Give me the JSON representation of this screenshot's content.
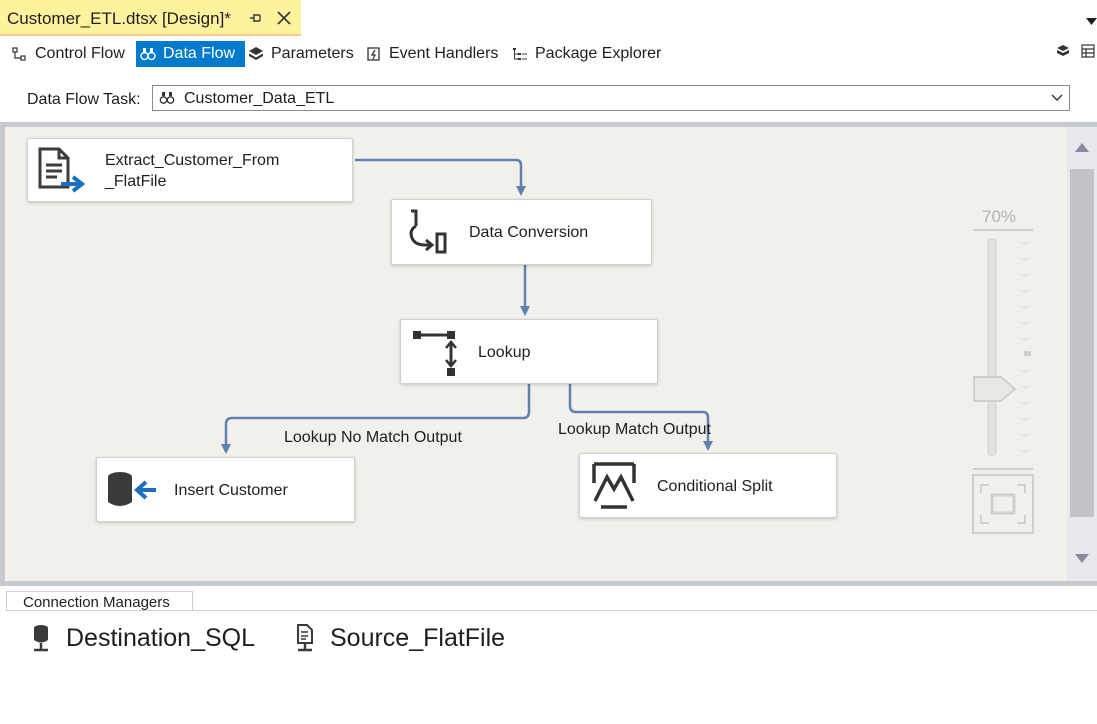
{
  "document_tab": {
    "title": "Customer_ETL.dtsx [Design]*"
  },
  "designer_tabs": [
    {
      "label": "Control Flow",
      "icon": "control-flow-icon",
      "active": false
    },
    {
      "label": "Data Flow",
      "icon": "data-flow-icon",
      "active": true
    },
    {
      "label": "Parameters",
      "icon": "parameters-icon",
      "active": false
    },
    {
      "label": "Event Handlers",
      "icon": "event-handlers-icon",
      "active": false
    },
    {
      "label": "Package Explorer",
      "icon": "package-explorer-icon",
      "active": false
    }
  ],
  "task_selector": {
    "label": "Data Flow Task:",
    "value": "Customer_Data_ETL"
  },
  "components": {
    "source": {
      "line1": "Extract_Customer_From",
      "line2": "_FlatFile",
      "icon": "flat-file-source-icon"
    },
    "conversion": {
      "label": "Data Conversion",
      "icon": "data-conversion-icon"
    },
    "lookup": {
      "label": "Lookup",
      "icon": "lookup-icon"
    },
    "insert": {
      "label": "Insert Customer",
      "icon": "ole-db-destination-icon"
    },
    "split": {
      "label": "Conditional Split",
      "icon": "conditional-split-icon"
    }
  },
  "paths": {
    "no_match": "Lookup No Match Output",
    "match": "Lookup Match Output"
  },
  "zoom": {
    "level": "70%"
  },
  "connection_managers": {
    "tab_label": "Connection Managers",
    "items": [
      {
        "label": "Destination_SQL",
        "icon": "sql-connection-icon"
      },
      {
        "label": "Source_FlatFile",
        "icon": "flat-file-connection-icon"
      }
    ]
  },
  "colors": {
    "tab_highlight": "#fff29d",
    "active_tab": "#007acc",
    "canvas": "#f2f0ea",
    "path_line": "#5f81ad"
  }
}
